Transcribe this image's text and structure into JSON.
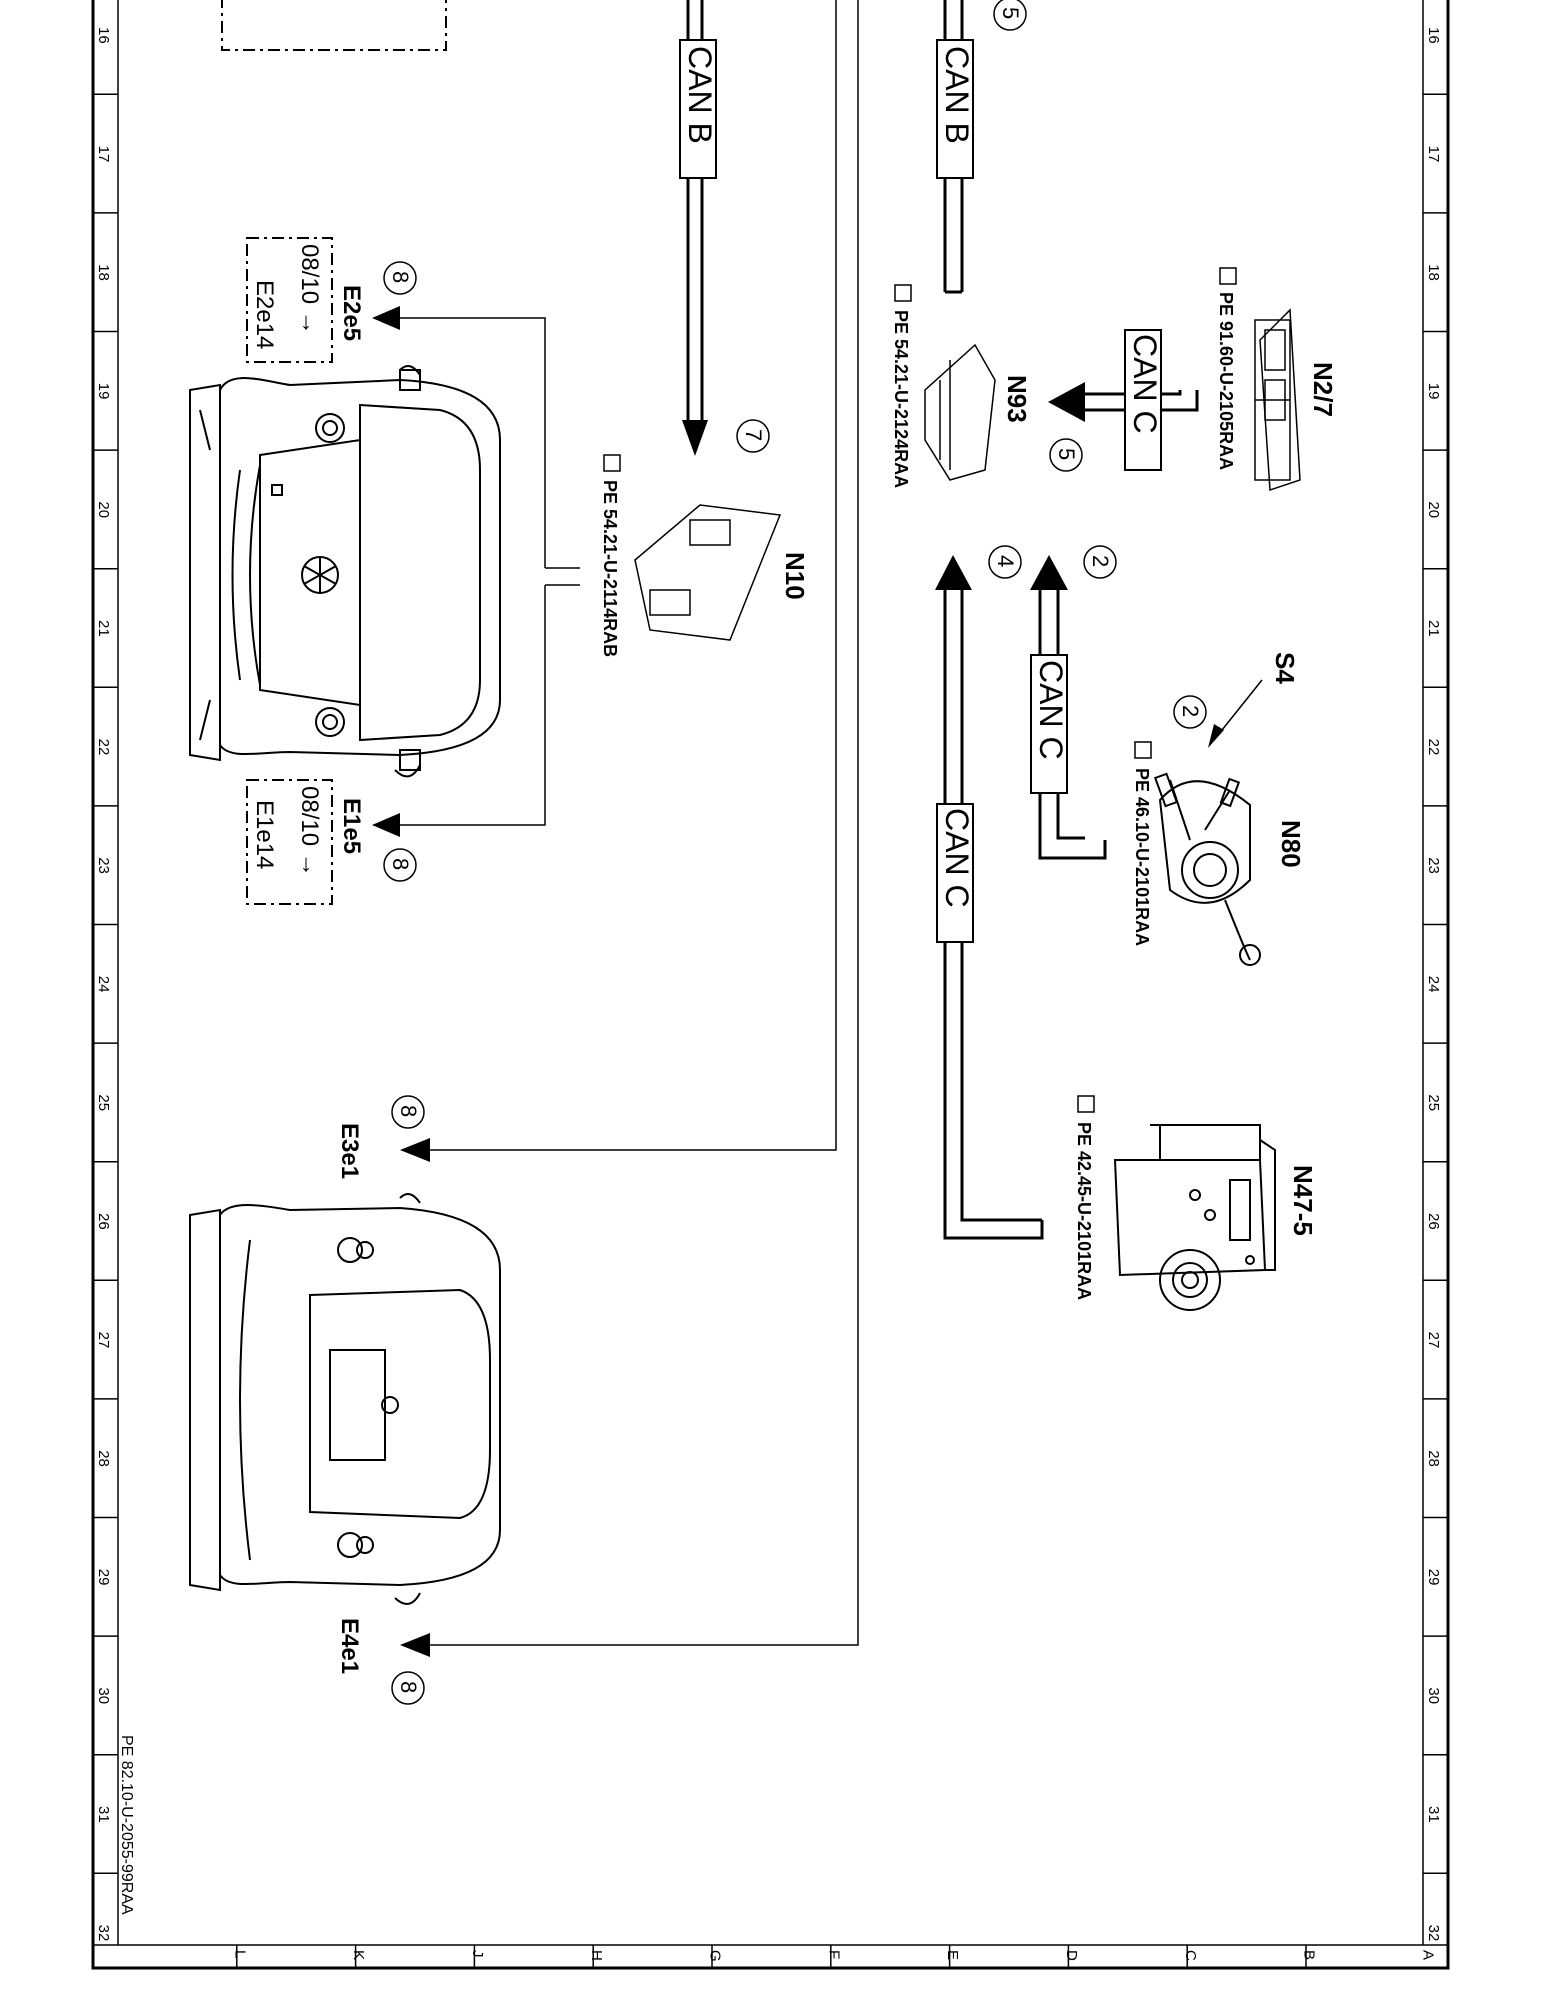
{
  "frame": {
    "row_numbers": [
      "16",
      "17",
      "18",
      "19",
      "20",
      "21",
      "22",
      "23",
      "24",
      "25",
      "26",
      "27",
      "28",
      "29",
      "30",
      "31",
      "32"
    ],
    "column_letters": [
      "L",
      "K",
      "J",
      "H",
      "G",
      "F",
      "E",
      "D",
      "C",
      "B",
      "A"
    ],
    "document_ref": "PE 82.10-U-2055-99RAA"
  },
  "components": {
    "n2_7": {
      "label": "N2/7",
      "ref": "PE 91.60-U-2105RAA"
    },
    "n93": {
      "label": "N93",
      "ref": "PE 54.21-U-2124RAA"
    },
    "n10": {
      "label": "N10",
      "ref": "PE 54.21-U-2114RAB"
    },
    "n80": {
      "label": "N80",
      "ref": "PE 46.10-U-2101RAA"
    },
    "s4": {
      "label": "S4"
    },
    "n47_5": {
      "label": "N47-5",
      "ref": "PE 42.45-U-2101RAA"
    }
  },
  "bus_labels": {
    "can_b_left": "CAN B",
    "can_b_right": "CAN B",
    "can_c_n2_7": "CAN C",
    "can_c_n80": "CAN C",
    "can_c_n47": "CAN C"
  },
  "markers": {
    "m5_top": "5",
    "m5_n93": "5",
    "m2_can": "2",
    "m4_can": "4",
    "m2_s4": "2",
    "m7_n10": "7",
    "m8_e2": "8",
    "m8_e1": "8",
    "m8_e3": "8",
    "m8_e4": "8"
  },
  "lights": {
    "e2": {
      "label": "E2e5",
      "note_1": "08/10 →",
      "note_2": "E2e14"
    },
    "e1": {
      "label": "E1e5",
      "note_1": "08/10 →",
      "note_2": "E1e14"
    },
    "e3": {
      "label": "E3e1"
    },
    "e4": {
      "label": "E4e1"
    }
  }
}
